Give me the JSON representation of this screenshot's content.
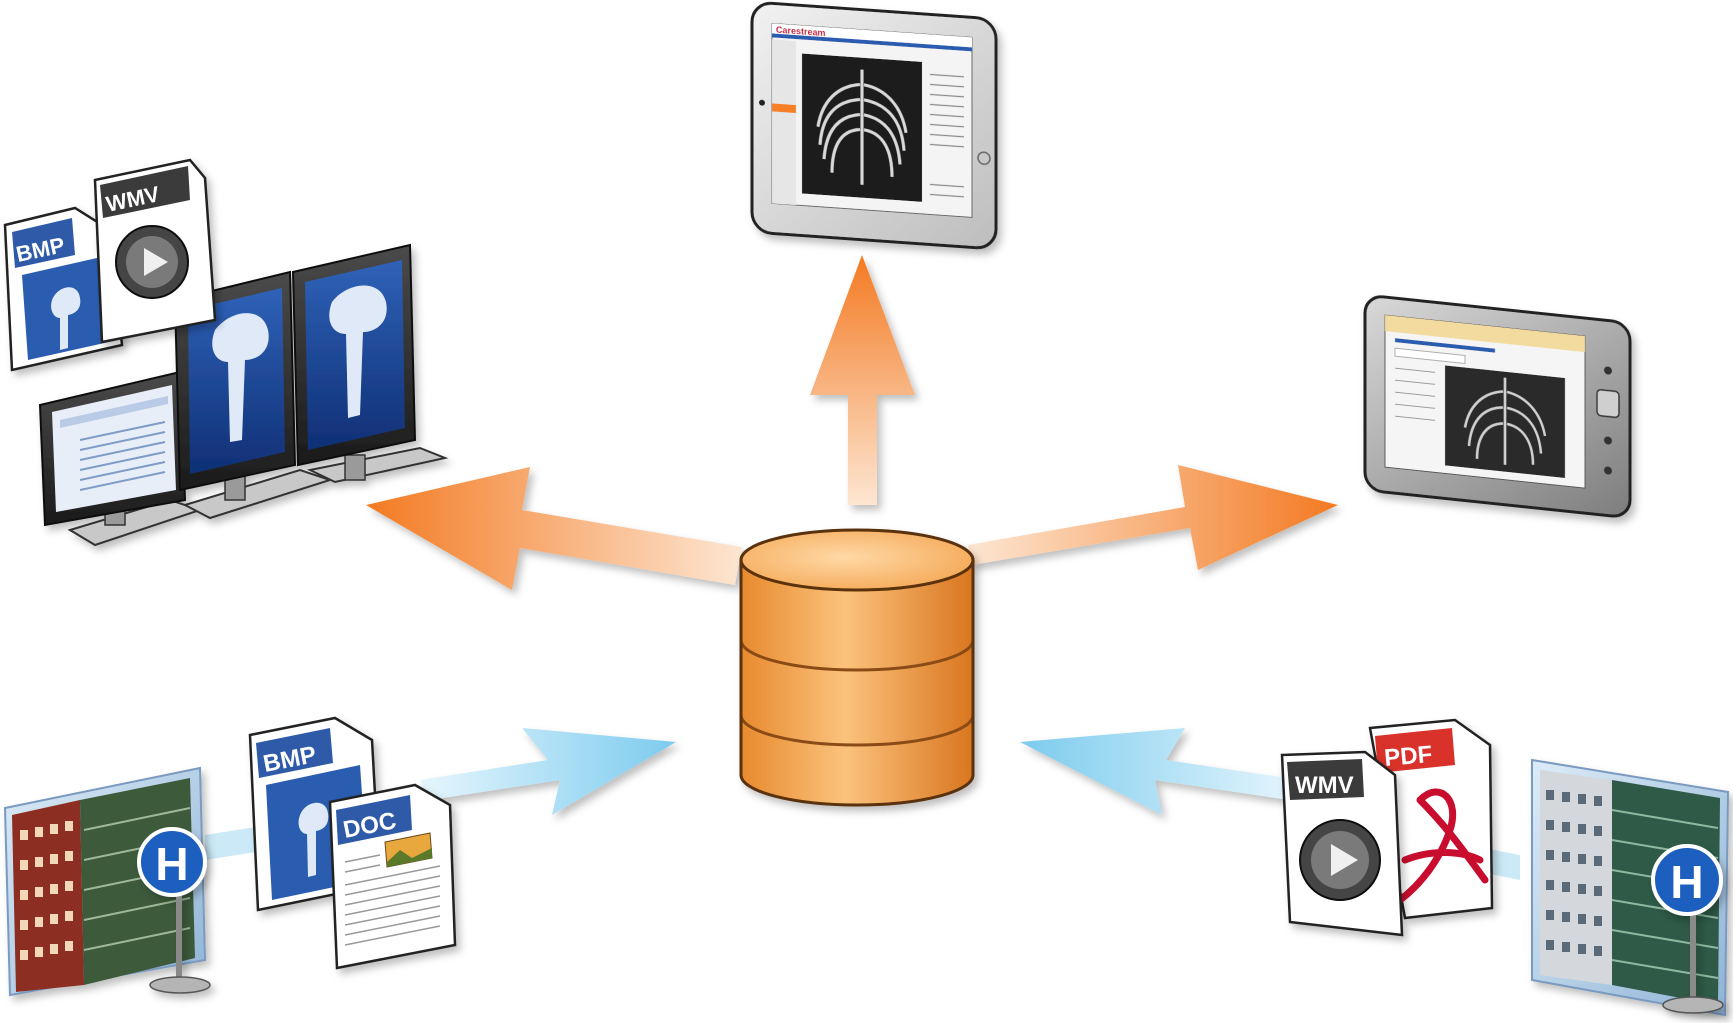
{
  "colors": {
    "outbound_arrow": "#f58025",
    "inbound_arrow": "#8fd3f0",
    "database": "#f5a04a",
    "bmp_doc_header": "#2e5aa8",
    "pdf_header": "#d9302c",
    "wmv_header": "#3a3a3a",
    "hospital_sign": "#1f5fbf"
  },
  "icons": [
    "database-icon",
    "tablet-icon",
    "rugged-tablet-icon",
    "workstation-icon",
    "bmp-file-icon",
    "wmv-file-icon",
    "doc-file-icon",
    "pdf-file-icon",
    "hospital-building-icon",
    "hospital-sign-icon"
  ],
  "file_labels": {
    "top_left_bmp": "BMP",
    "top_left_wmv": "WMV",
    "bottom_left_bmp": "BMP",
    "bottom_left_doc": "DOC",
    "bottom_right_wmv": "WMV",
    "bottom_right_pdf": "PDF"
  },
  "hospital_signs": {
    "left": "H",
    "right": "H"
  },
  "tablet": {
    "brand": "Carestream"
  }
}
